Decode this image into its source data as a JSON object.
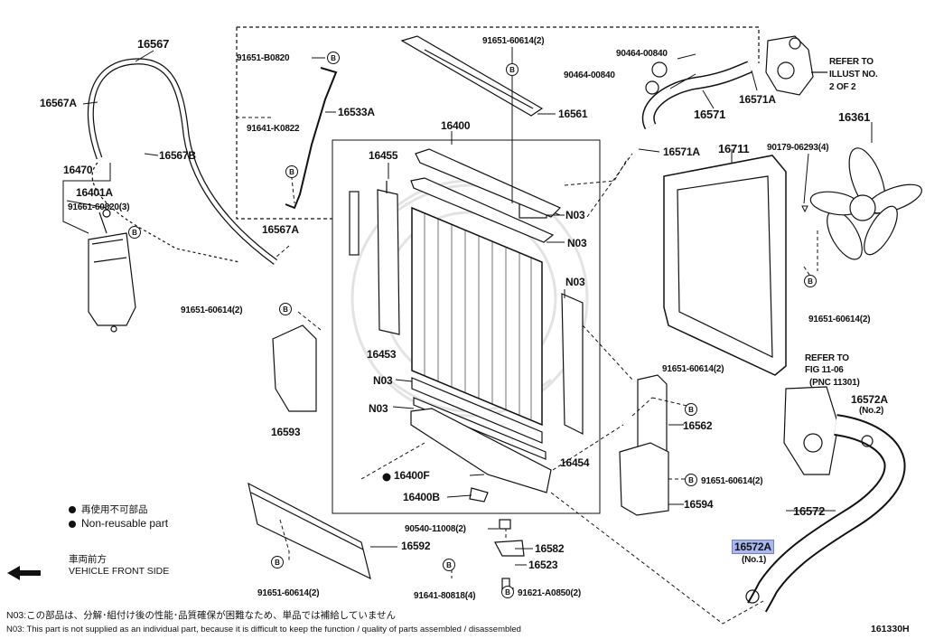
{
  "labels": {
    "p16567": "16567",
    "p16567A_top": "16567A",
    "p16567B": "16567B",
    "p16470": "16470",
    "p16401A": "16401A",
    "p91661": "91661-60820(3)",
    "p91651_b0820": "91651-B0820",
    "p91641_k0822": "91641-K0822",
    "p16533A": "16533A",
    "p16567A_bot": "16567A",
    "p91651_60614_top": "91651-60614(2)",
    "p16561": "16561",
    "p90464_a": "90464-00840",
    "p90464_b": "90464-00840",
    "p16571": "16571",
    "p16571A_a": "16571A",
    "p16571A_b": "16571A",
    "p16400": "16400",
    "p16455": "16455",
    "pN03_1": "N03",
    "pN03_2": "N03",
    "pN03_3": "N03",
    "pN03_4": "N03",
    "pN03_5": "N03",
    "p16711": "16711",
    "p16361": "16361",
    "p90179": "90179-06293(4)",
    "p91651_60614_left": "91651-60614(2)",
    "p16453": "16453",
    "p16593": "16593",
    "p91651_60614_right": "91651-60614(2)",
    "p91651_60614_mid": "91651-60614(2)",
    "p16562": "16562",
    "p16454": "16454",
    "p16400F": "16400F",
    "p16400B": "16400B",
    "p91651_60614_594": "91651-60614(2)",
    "p16594": "16594",
    "p16572": "16572",
    "p16572A_top": "16572A",
    "p16572A_top_sub": "(No.2)",
    "p90540": "90540-11008(2)",
    "p16582": "16582",
    "p16592": "16592",
    "p16523": "16523",
    "p16572A_bot": "16572A",
    "p16572A_bot_sub": "(No.1)",
    "p91651_60614_bottom": "91651-60614(2)",
    "p91641_80818": "91641-80818(4)",
    "p91621": "91621-A0850(2)",
    "ref_illust_1": "REFER TO",
    "ref_illust_2": "ILLUST NO.",
    "ref_illust_3": "2 OF 2",
    "ref_fig_1": "REFER TO",
    "ref_fig_2": "FIG 11-06",
    "ref_fig_3": "(PNC 11301)",
    "circle_b": "B"
  },
  "legend": {
    "jp": "再使用不可部品",
    "en": "Non-reusable part"
  },
  "front": {
    "jp": "車両前方",
    "en": "VEHICLE FRONT SIDE"
  },
  "footnotes": {
    "jp": "N03:この部品は、分解･組付け後の性能･品質確保が困難なため、単品では補給していません",
    "en": "N03: This part is not supplied as an individual part, because it is difficult to keep the function / quality of parts assembled / disassembled"
  },
  "fig_id": "161330H",
  "colors": {
    "ink": "#111111",
    "highlight": "#a9b7f0",
    "watermark": "#e6e6e6"
  }
}
